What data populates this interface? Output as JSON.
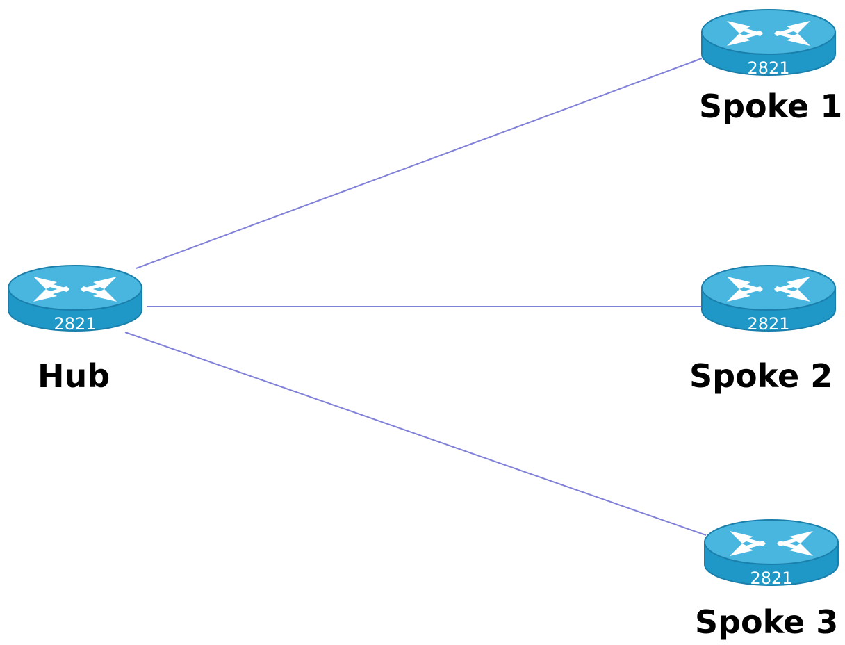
{
  "diagram": {
    "colors": {
      "link": "#8080d8",
      "router_body": "#1f98c8",
      "router_top": "#49b6e0",
      "router_outline": "#1a7fab",
      "arrow": "#ffffff"
    },
    "hub": {
      "label": "Hub",
      "model": "2821",
      "icon": "router-icon"
    },
    "spokes": [
      {
        "label": "Spoke 1",
        "model": "2821",
        "icon": "router-icon"
      },
      {
        "label": "Spoke 2",
        "model": "2821",
        "icon": "router-icon"
      },
      {
        "label": "Spoke 3",
        "model": "2821",
        "icon": "router-icon"
      }
    ],
    "links": [
      {
        "from": "Hub",
        "to": "Spoke 1"
      },
      {
        "from": "Hub",
        "to": "Spoke 2"
      },
      {
        "from": "Hub",
        "to": "Spoke 3"
      }
    ]
  }
}
